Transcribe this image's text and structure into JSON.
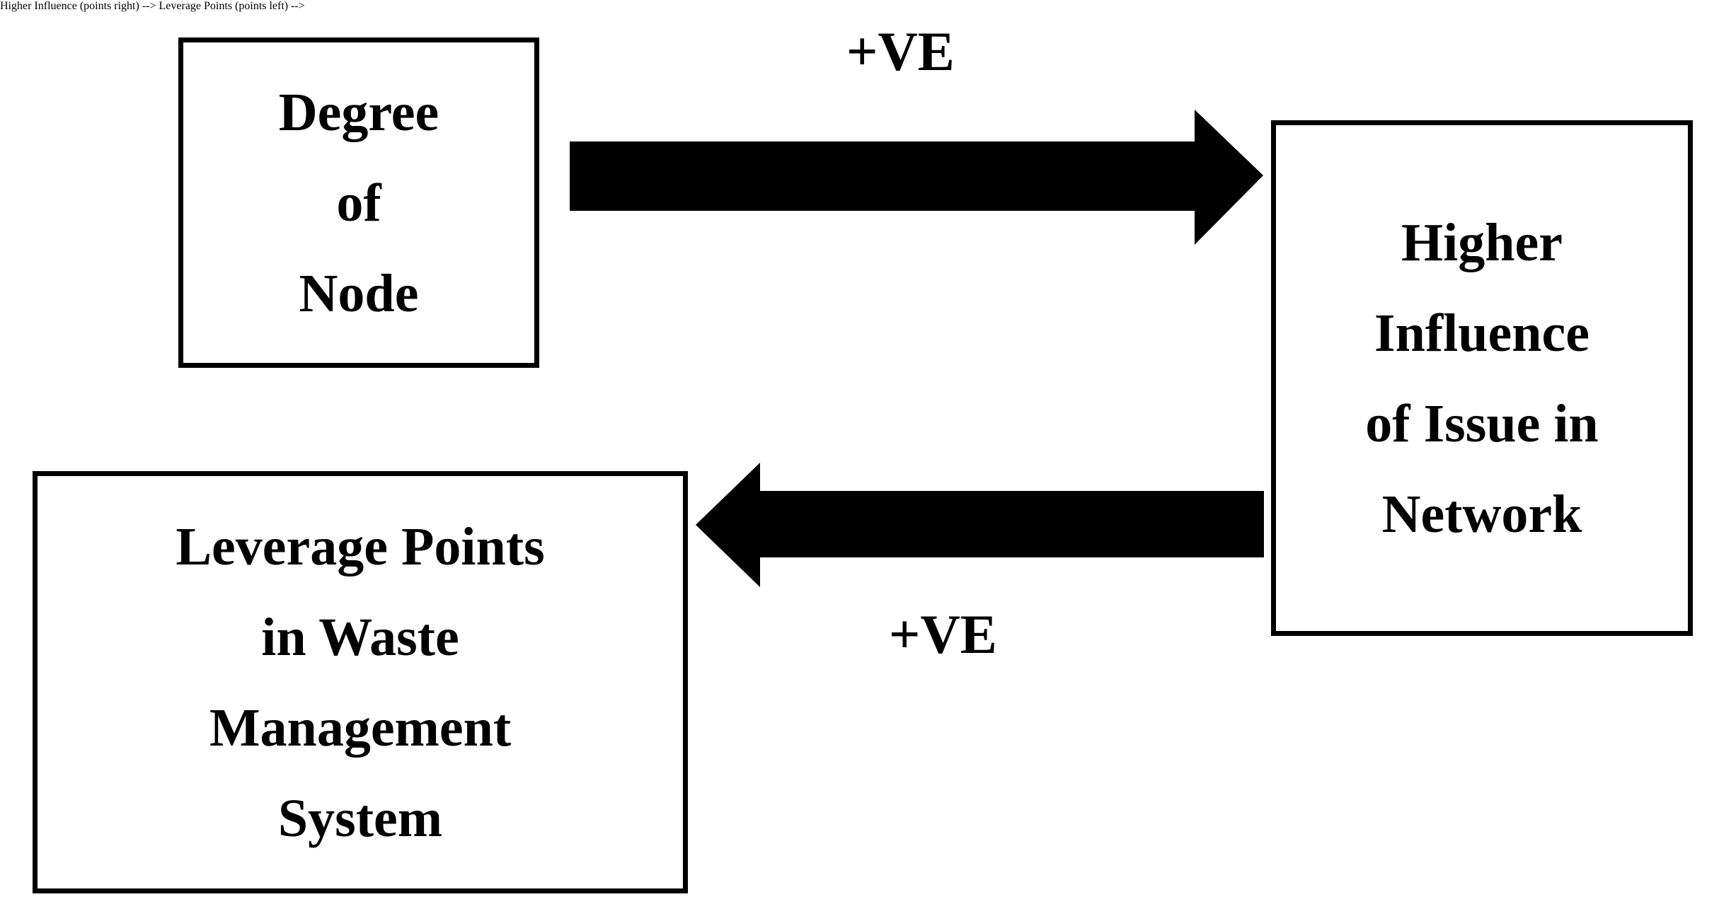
{
  "diagram": {
    "type": "causal-loop-diagram",
    "background_color": "#ffffff",
    "stroke_color": "#000000",
    "nodes": [
      {
        "id": "degree-of-node",
        "lines": [
          "Degree",
          "of",
          "Node"
        ],
        "position": "top-left"
      },
      {
        "id": "higher-influence",
        "lines": [
          "Higher",
          "Influence",
          "of Issue in",
          "Network"
        ],
        "position": "right"
      },
      {
        "id": "leverage-points",
        "lines": [
          "Leverage Points",
          "in Waste",
          "Management",
          "System"
        ],
        "position": "bottom-left"
      }
    ],
    "edges": [
      {
        "id": "degree-to-influence",
        "from": "degree-of-node",
        "to": "higher-influence",
        "label": "+VE",
        "direction": "right",
        "style": "block-arrow"
      },
      {
        "id": "influence-to-leverage",
        "from": "higher-influence",
        "to": "leverage-points",
        "label": "+VE",
        "direction": "left",
        "style": "block-arrow"
      }
    ]
  }
}
